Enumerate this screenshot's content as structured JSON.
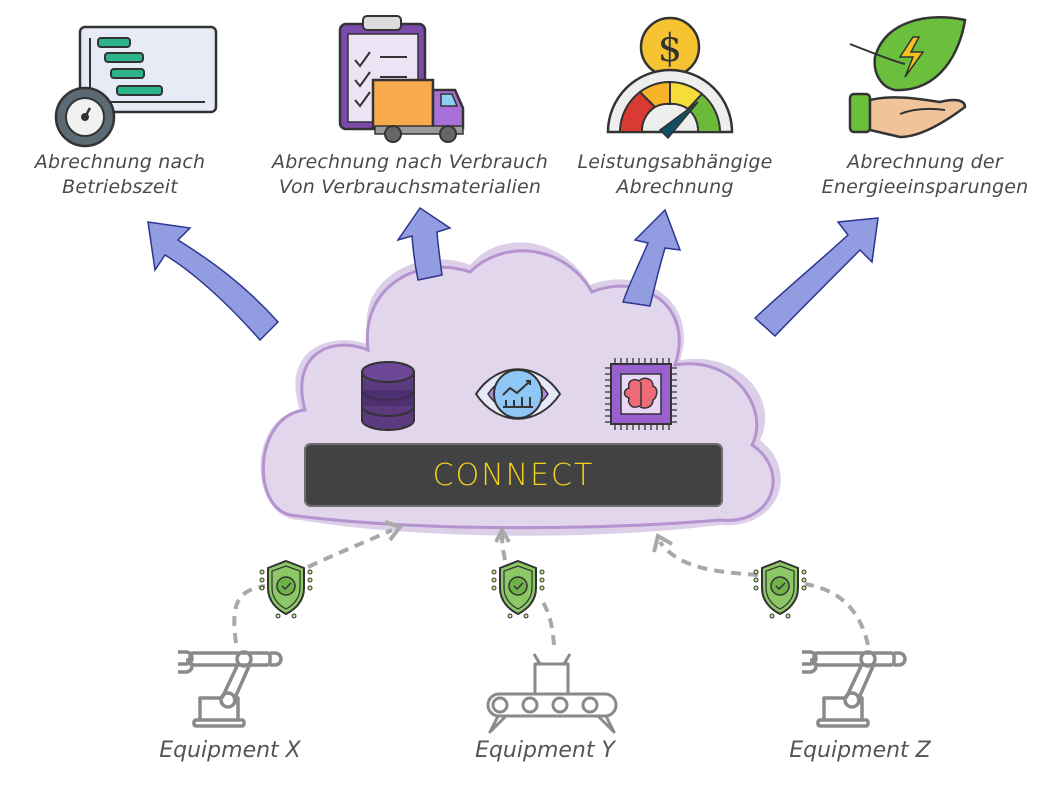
{
  "diagram": {
    "platform": {
      "name": "CONNECT",
      "capabilities": [
        {
          "icon": "database-icon"
        },
        {
          "icon": "analytics-eye-icon"
        },
        {
          "icon": "ai-chip-brain-icon"
        }
      ]
    },
    "billing_models": [
      {
        "icon": "gantt-timer-icon",
        "line1": "Abrechnung nach",
        "line2": "Betriebszeit"
      },
      {
        "icon": "clipboard-truck-icon",
        "line1": "Abrechnung nach Verbrauch",
        "line2": "Von Verbrauchsmaterialien"
      },
      {
        "icon": "coin-gauge-icon",
        "line1": "Leistungsabhängige",
        "line2": "Abrechnung"
      },
      {
        "icon": "leaf-energy-hand-icon",
        "line1": "Abrechnung der",
        "line2": "Energieeinsparungen"
      }
    ],
    "equipment": [
      {
        "icon": "robot-arm-icon",
        "label": "Equipment X"
      },
      {
        "icon": "conveyor-belt-icon",
        "label": "Equipment Y"
      },
      {
        "icon": "robot-arm-icon",
        "label": "Equipment Z"
      }
    ],
    "security": {
      "icon": "security-shield-icon"
    },
    "colors": {
      "arrow_fill": "#929ce0",
      "arrow_stroke": "#2d3590",
      "cloud_fill": "#e2d6ec",
      "cloud_stroke": "#b493cf",
      "connect_bg": "#424242",
      "connect_text": "#f3d21b",
      "shield_green": "#8cc866",
      "dash_gray": "#a9a9a9"
    }
  }
}
